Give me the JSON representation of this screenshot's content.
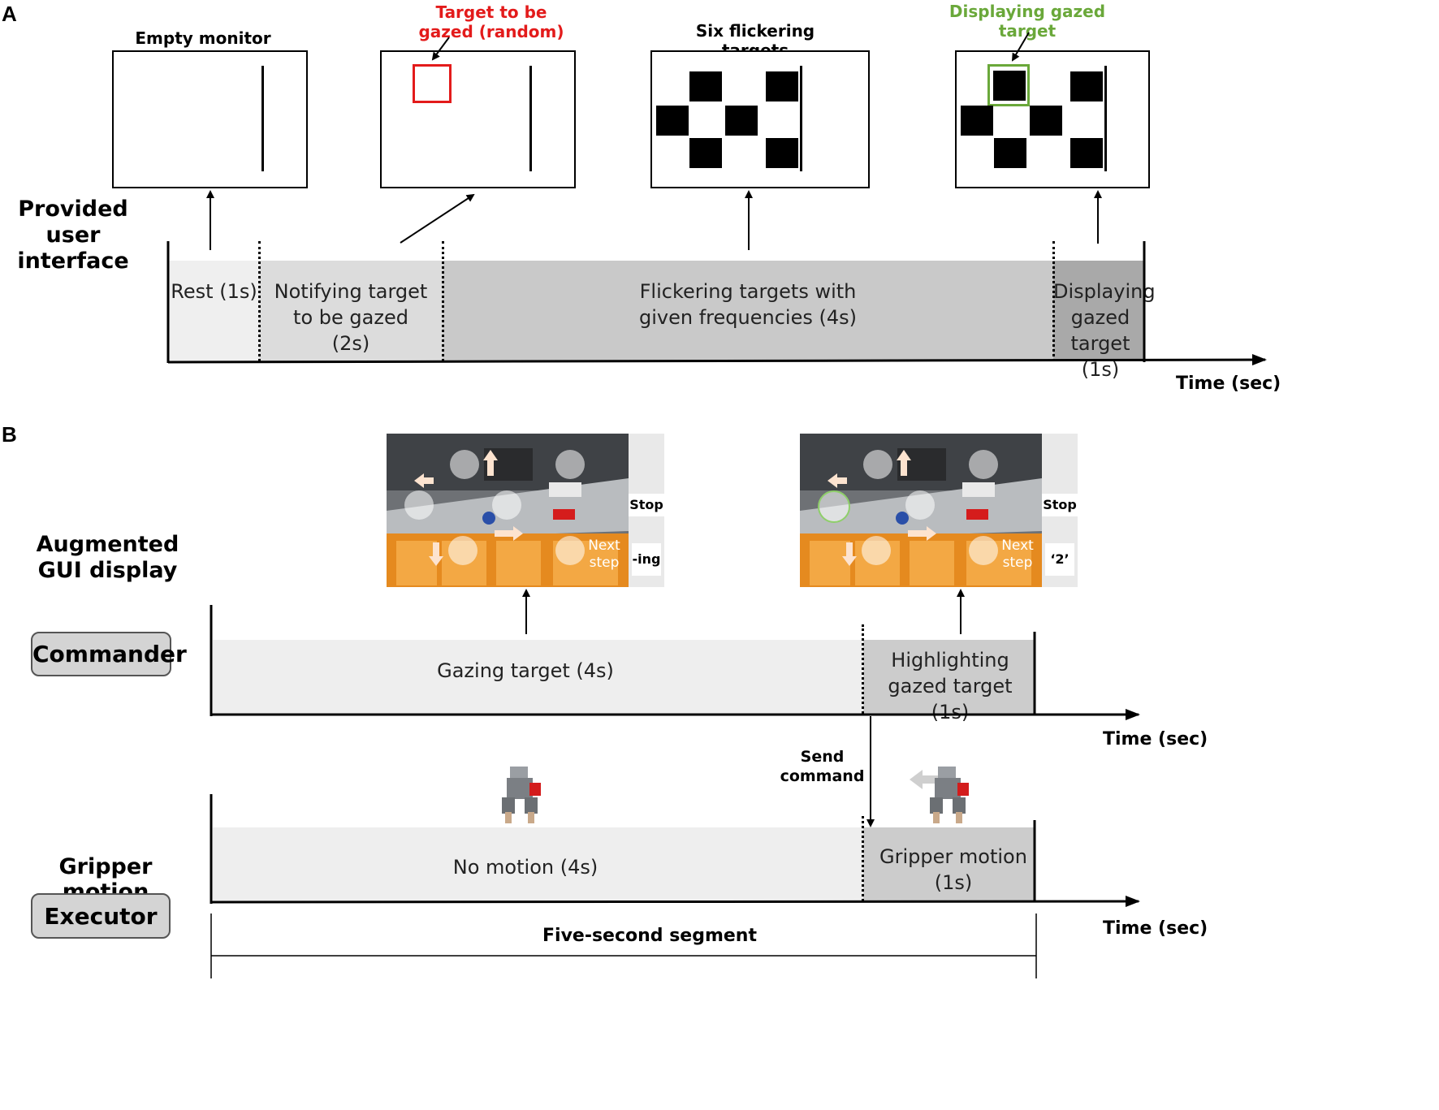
{
  "panel_a": {
    "letter": "A",
    "row_label": "Provided user interface",
    "monitors": [
      {
        "title": "Empty monitor"
      },
      {
        "title": "Target to be gazed (random)",
        "title_color": "#e31b1b"
      },
      {
        "title": "Six flickering targets"
      },
      {
        "title": "Displaying gazed target",
        "title_color": "#6aa83a"
      }
    ],
    "segments": [
      {
        "label": "Rest (1s)",
        "color": "#efefef"
      },
      {
        "label": "Notifying target to be gazed (2s)",
        "color": "#dcdcdc"
      },
      {
        "label": "Flickering targets with given frequencies (4s)",
        "color": "#c9c9c9"
      },
      {
        "label": "Displaying gazed target (1s)",
        "color": "#a9a9a9"
      }
    ],
    "axis_label": "Time (sec)"
  },
  "panel_b": {
    "letter": "B",
    "gui_label": "Augmented GUI display",
    "commander_label": "Commander",
    "executor_label": "Executor",
    "gripper_label": "Gripper motion",
    "screens": [
      {
        "stop": "Stop",
        "status": "-ing",
        "next": "Next step"
      },
      {
        "stop": "Stop",
        "status": "‘2’",
        "next": "Next step"
      }
    ],
    "commander_segments": [
      {
        "label": "Gazing target (4s)",
        "color": "#eeeeee"
      },
      {
        "label": "Highlighting gazed target (1s)",
        "color": "#cccccc"
      }
    ],
    "send_command": "Send command",
    "executor_segments": [
      {
        "label": "No motion (4s)",
        "color": "#eeeeee"
      },
      {
        "label": "Gripper motion (1s)",
        "color": "#cccccc"
      }
    ],
    "axis_label": "Time (sec)",
    "segment_label": "Five-second segment",
    "colors": {
      "highlight_ring": "#8fcf6a",
      "tray": "#e58a1f",
      "arrow": "#fde3cf"
    }
  }
}
